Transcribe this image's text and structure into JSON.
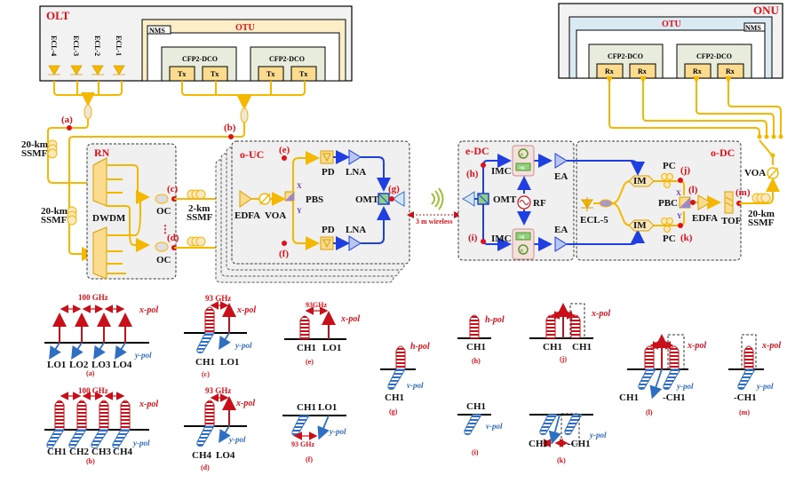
{
  "olt": {
    "title": "OLT",
    "lasers": [
      "ECL-4",
      "ECL-3",
      "ECL-2",
      "ECL-1"
    ],
    "otu_label": "OTU",
    "nms_label": "NMS",
    "modules": [
      {
        "label": "CFP2-DCO",
        "ports": [
          "Tx",
          "Tx"
        ]
      },
      {
        "label": "CFP2-DCO",
        "ports": [
          "Tx",
          "Tx"
        ]
      }
    ]
  },
  "onu": {
    "title": "ONU",
    "otu_label": "OTU",
    "nms_label": "NMS",
    "modules": [
      {
        "label": "CFP2-DCO",
        "ports": [
          "Rx",
          "Rx"
        ]
      },
      {
        "label": "CFP2-DCO",
        "ports": [
          "Rx",
          "Rx"
        ]
      }
    ]
  },
  "fibers": {
    "feeder_top": [
      "20-km",
      "SSMF"
    ],
    "feeder_bottom": [
      "20-km",
      "SSMF"
    ],
    "drop": [
      "2-km",
      "SSMF"
    ],
    "onu_fiber": [
      "20-km",
      "SSMF"
    ]
  },
  "rn": {
    "title": "RN",
    "dwdm": "DWDM",
    "oc_top": "OC",
    "oc_bottom": "OC",
    "ellipsis": "⋮"
  },
  "ouc": {
    "title": "o-UC",
    "edfa": "EDFA",
    "voa": "VOA",
    "pbs": "PBS",
    "pbs_x": "X",
    "pbs_y": "Y",
    "pd_top": "PD",
    "pd_bottom": "PD",
    "lna_top": "LNA",
    "lna_bottom": "LNA",
    "omt": "OMT"
  },
  "wireless": {
    "label": "3 m wireless"
  },
  "edc": {
    "title": "e-DC",
    "imc_top": "IMC",
    "imc_bottom": "IMC",
    "multiplier": "×6",
    "omt": "OMT",
    "rf": "RF",
    "ea_top": "EA",
    "ea_bottom": "EA"
  },
  "odc": {
    "title": "o-DC",
    "ecl": "ECL-5",
    "im_top": "IM",
    "im_bottom": "IM",
    "pc_top": "PC",
    "pc_bottom": "PC",
    "pbc": "PBC",
    "pbc_x": "X",
    "pbc_y": "Y",
    "edfa": "EDFA",
    "tof": "TOF",
    "voa": "VOA"
  },
  "points": {
    "a": "(a)",
    "b": "(b)",
    "c": "(c)",
    "d": "(d)",
    "e": "(e)",
    "f": "(f)",
    "g": "(g)",
    "h": "(h)",
    "i": "(i)",
    "j": "(j)",
    "k": "(k)",
    "l": "(l)",
    "m": "(m)"
  },
  "spectra": {
    "a": {
      "caption": "(a)",
      "spacing": "100 GHz",
      "xpol": "x-pol",
      "ypol": "y-pol",
      "labels": [
        "LO1",
        "LO2",
        "LO3",
        "LO4"
      ]
    },
    "b": {
      "caption": "(b)",
      "spacing": "100 GHz",
      "xpol": "x-pol",
      "ypol": "y-pol",
      "labels": [
        "CH1",
        "CH2",
        "CH3",
        "CH4"
      ]
    },
    "c": {
      "caption": "(c)",
      "spacing": "93 GHz",
      "xpol": "x-pol",
      "ypol": "y-pol",
      "labels": [
        "CH1",
        "LO1"
      ]
    },
    "d": {
      "caption": "(d)",
      "spacing": "93 GHz",
      "xpol": "x-pol",
      "ypol": "y-pol",
      "labels": [
        "CH4",
        "LO4"
      ]
    },
    "e": {
      "caption": "(e)",
      "spacing": "93GHz",
      "xpol": "x-pol",
      "labels": [
        "CH1",
        "LO1"
      ]
    },
    "f": {
      "caption": "(f)",
      "spacing": "93 GHz",
      "ypol": "y-pol",
      "labels": [
        "CH1",
        "LO1"
      ]
    },
    "g": {
      "caption": "(g)",
      "hpol": "h-pol",
      "vpol": "v-pol",
      "labels": [
        "CH1"
      ]
    },
    "h": {
      "caption": "(h)",
      "hpol": "h-pol",
      "labels": [
        "CH1"
      ]
    },
    "i": {
      "caption": "(i)",
      "vpol": "v-pol",
      "labels": [
        "CH1"
      ]
    },
    "j": {
      "caption": "(j)",
      "xpol": "x-pol",
      "labels": [
        "CH1",
        "CH1"
      ]
    },
    "k": {
      "caption": "(k)",
      "ypol": "y-pol",
      "labels": [
        "CH1",
        "-CH1"
      ]
    },
    "l": {
      "caption": "(l)",
      "xpol": "x-pol",
      "ypol": "y-pol",
      "labels": [
        "CH1",
        "-CH1"
      ]
    },
    "m": {
      "caption": "(m)",
      "xpol": "x-pol",
      "ypol": "y-pol",
      "labels": [
        "-CH1"
      ]
    }
  },
  "colors": {
    "optical": "#f5b800",
    "electrical": "#1f3fe0",
    "marker": "#e0101a",
    "xpol": "#c8101a",
    "ypol": "#2e6fc4"
  }
}
